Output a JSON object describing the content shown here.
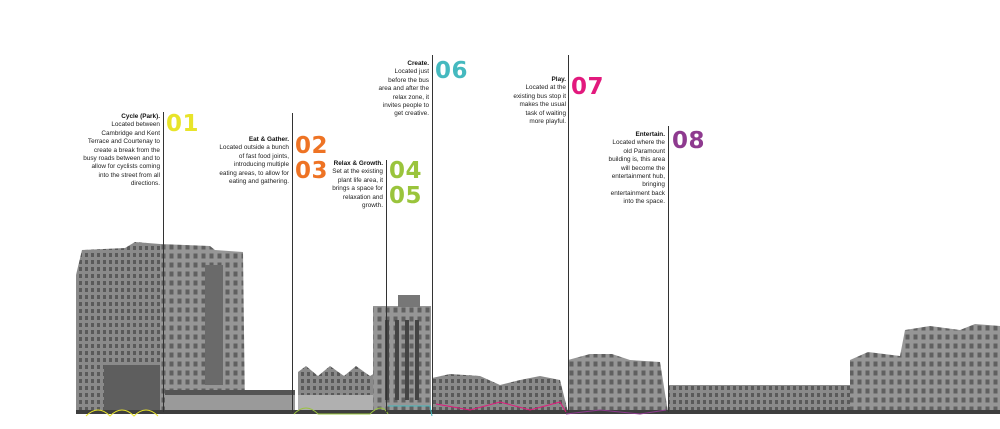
{
  "zones": [
    {
      "id": "01",
      "title": "Cycle (Park).",
      "desc": "Located between Cambridge and Kent Terrace and Courtenay to create a break from the busy roads between and to allow for cyclists coming into the street from all directions.",
      "color": "#e8e42a"
    },
    {
      "id": "02",
      "title": "Eat & Gather.",
      "desc": "Located outside a bunch of fast food joints, introducing multiple eating areas, to allow for eating and gathering.",
      "color": "#ee7324"
    },
    {
      "id": "03",
      "color": "#ee7324"
    },
    {
      "id": "04",
      "title": "Relax & Growth.",
      "desc": "Set at the existing plant life area, it brings a space for relaxation and growth.",
      "color": "#9ac43c"
    },
    {
      "id": "05",
      "color": "#9ac43c"
    },
    {
      "id": "06",
      "title": "Create.",
      "desc": "Located just before the bus area and after the relax zone, it invites people to get creative.",
      "color": "#45b9bf"
    },
    {
      "id": "07",
      "title": "Play.",
      "desc": "Located at the existing bus stop it makes the usual task of waiting more playful.",
      "color": "#e2197d"
    },
    {
      "id": "08",
      "title": "Entertain.",
      "desc": "Located where the old Paramount building is, this area will become the entertainment hub, bringing entertainment back into the space.",
      "color": "#8e3a8f"
    }
  ],
  "colors": {
    "building": "#7d7d7d",
    "building_dark": "#4f4f4f",
    "line": "#333333"
  }
}
